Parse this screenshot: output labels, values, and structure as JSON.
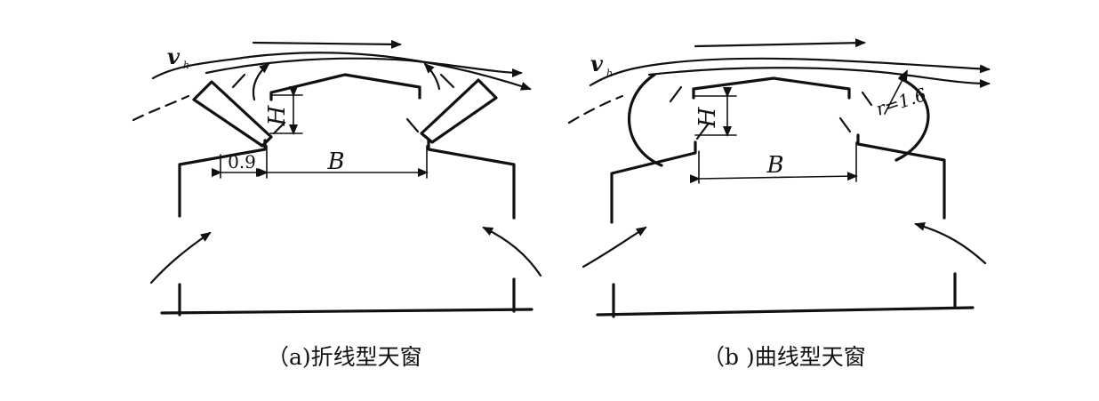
{
  "diagrams": [
    {
      "id": "a",
      "caption": "（a)折线型天窗",
      "wind_label": "v",
      "wind_subscript": "h",
      "dim_height": "H",
      "dim_width": "B",
      "dim_side": "0.9"
    },
    {
      "id": "b",
      "caption": "（b )曲线型天窗",
      "wind_label": "v",
      "wind_subscript": "h",
      "dim_height": "H",
      "dim_width": "B",
      "radius_label": "r=1.6"
    }
  ]
}
